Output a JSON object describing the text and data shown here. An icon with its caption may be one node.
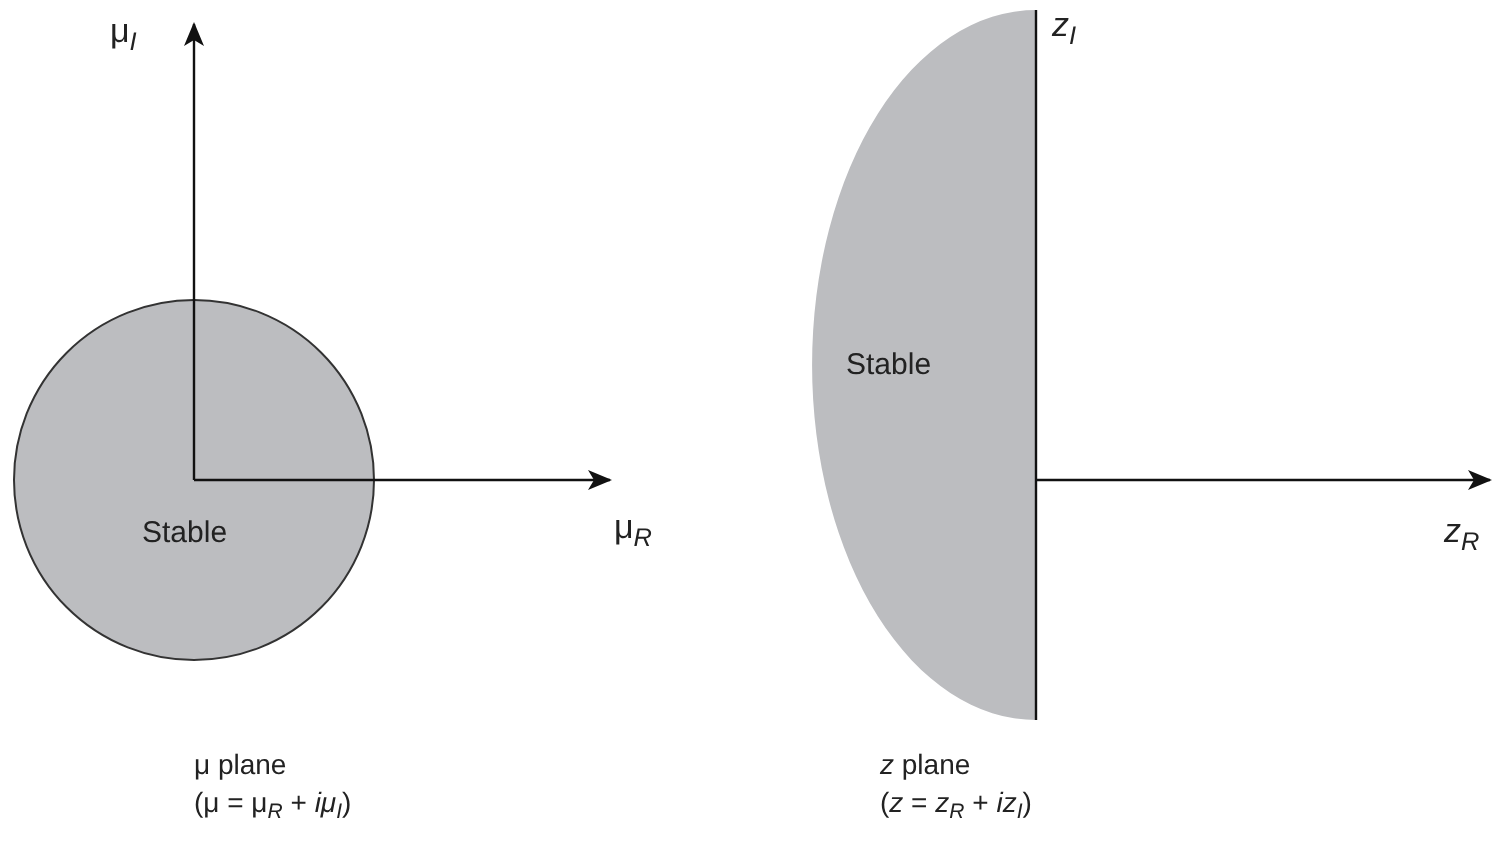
{
  "diagram": {
    "nodes": [
      {
        "text": [
          "Stable"
        ]
      },
      {
        "text": [
          "Stable"
        ]
      }
    ],
    "labels": [
      "μ$_{I}$",
      "μ$_{R}$",
      "z$_{I}$",
      "z$_{R}$",
      "μ plane",
      "(μ = μ$_{R}$ + *iμ*$_{I}$)",
      "*z* plane",
      "(*z* = *z*$_{R}$ + *iz*$_{I}$)"
    ]
  }
}
